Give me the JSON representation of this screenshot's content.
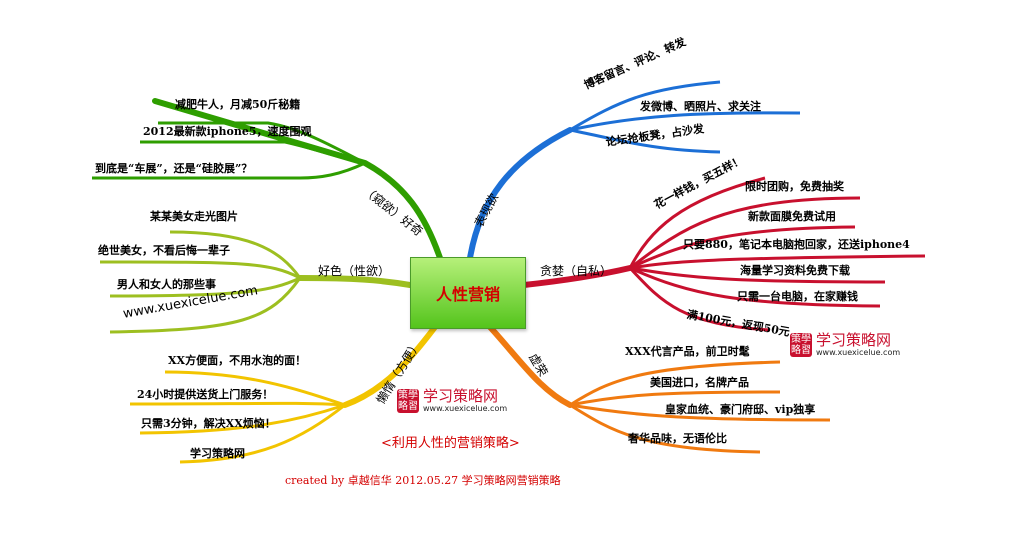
{
  "center": "人性营销",
  "categories": {
    "curiosity": "（窥欲）好奇",
    "show": "表现欲",
    "greed": "贪婪（自私）",
    "lust": "好色（性欲）",
    "lazy": "懒惰（方便）",
    "vanity": "虚荣"
  },
  "items": {
    "curiosity": [
      "减肥牛人，月减50斤秘籍",
      "2012最新款iphone5，速度围观",
      "到底是“车展”，还是“硅胶展”？"
    ],
    "show": [
      "博客留言、评论、转发",
      "发微博、晒照片、求关注",
      "论坛抢板凳，占沙发"
    ],
    "greed": [
      "花一样钱，买五样！",
      "限时团购，免费抽奖",
      "新款面膜免费试用",
      "只要880，笔记本电脑抱回家，还送iphone4",
      "海量学习资料免费下载",
      "只需一台电脑，在家赚钱",
      "满100元，返现50元"
    ],
    "lust": [
      "某某美女走光图片",
      "绝世美女，不看后悔一辈子",
      "男人和女人的那些事",
      "www.xuexicelue.com"
    ],
    "lazy": [
      "XX方便面，不用水泡的面！",
      "24小时提供送货上门服务！",
      "只需3分钟，解决XX烦恼！",
      "学习策略网"
    ],
    "vanity": [
      "XXX代言产品，前卫时髦",
      "美国进口，名牌产品",
      "皇家血统、豪门府邸、vip独享",
      "奢华品味，无语伦比"
    ]
  },
  "logo": {
    "seal": "策學略習",
    "name": "学习策略网",
    "url": "www.xuexicelue.com"
  },
  "subtitle": "<利用人性的营销策略>",
  "credit": "created by  卓越信华   2012.05.27   学习策略网营销策略",
  "colors": {
    "green": "#2e9e00",
    "blue": "#1c6fd6",
    "red": "#c8102e",
    "yellowgreen": "#9dbf20",
    "yellow": "#f2c400",
    "orange": "#f07a10"
  }
}
